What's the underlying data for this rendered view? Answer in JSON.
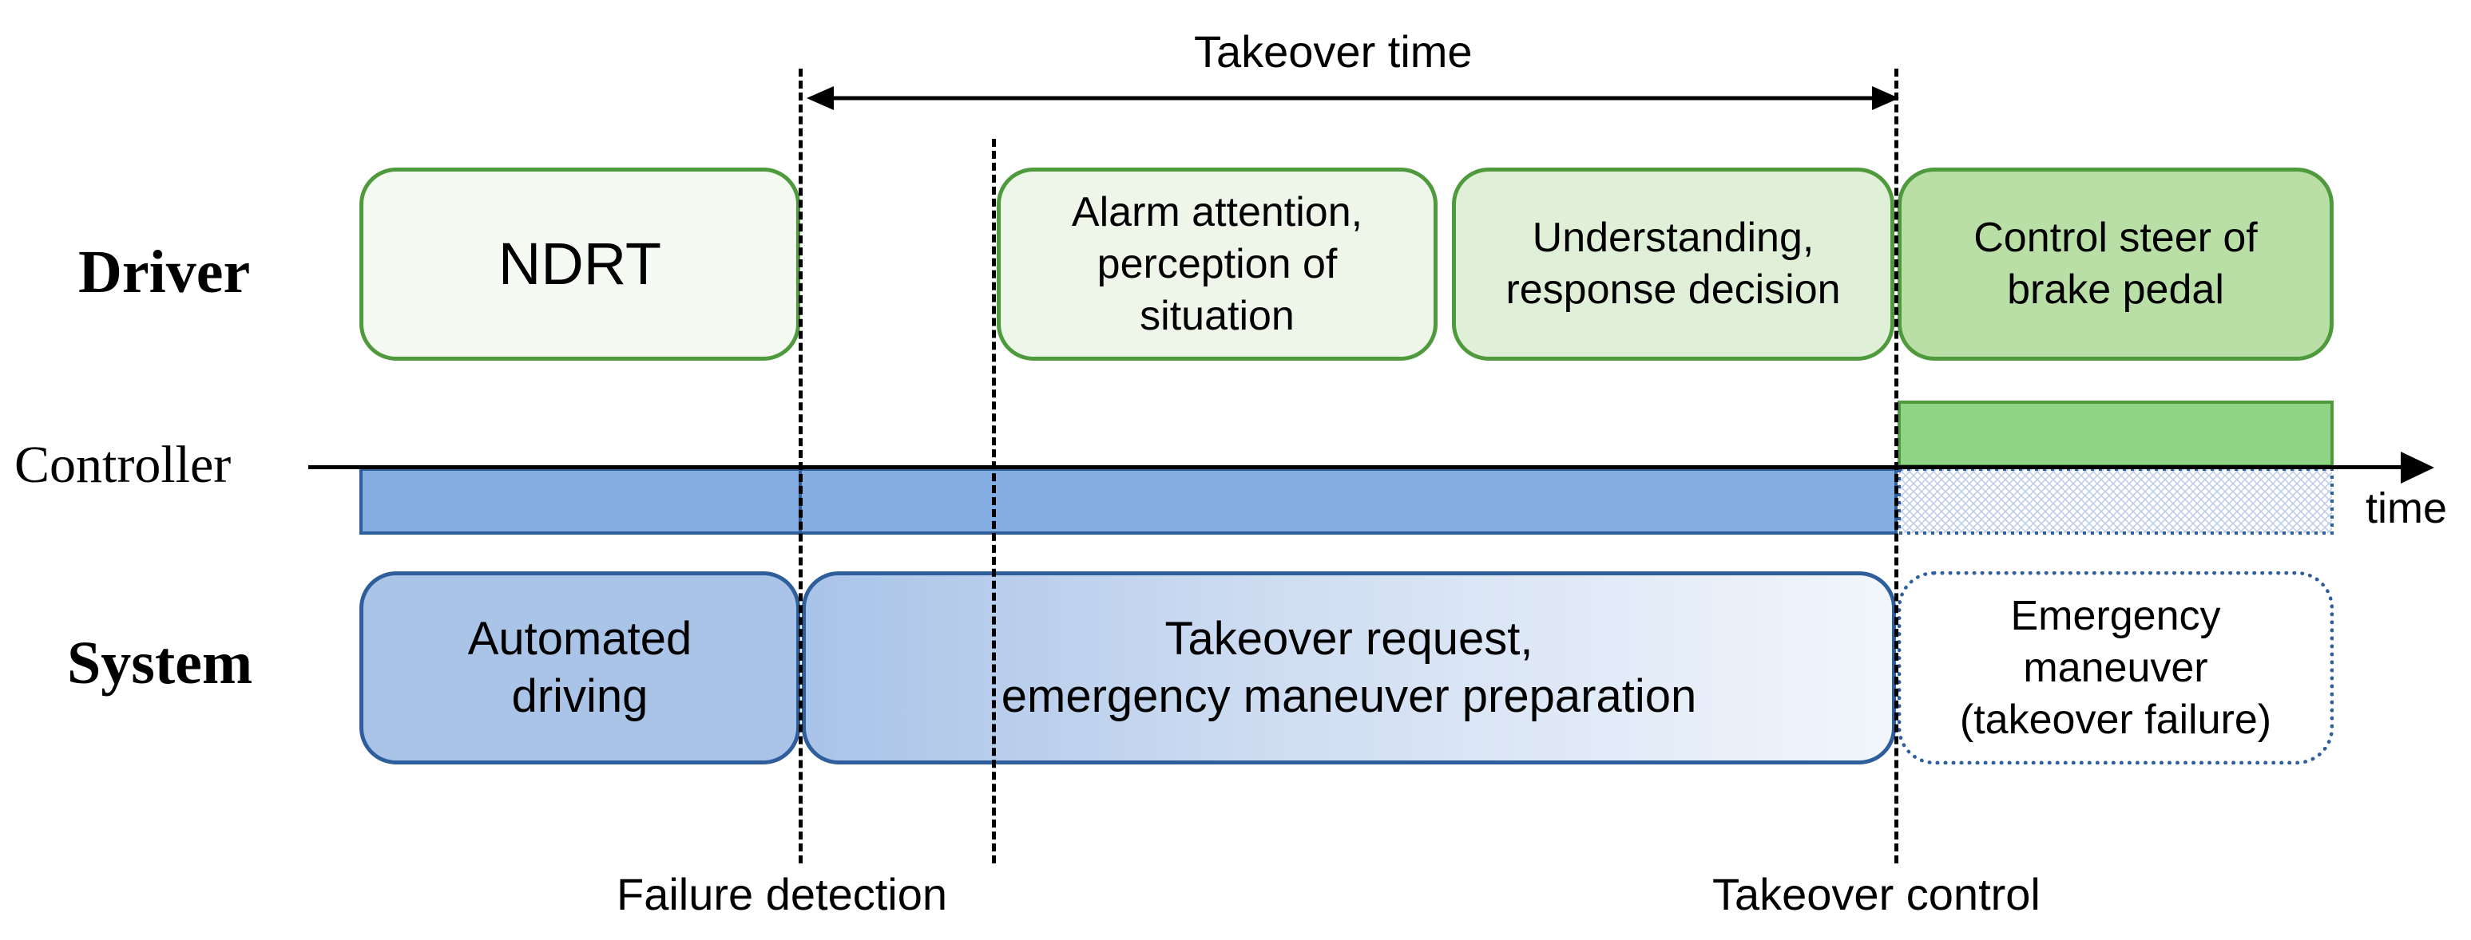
{
  "rows": {
    "driver": "Driver",
    "controller": "Controller",
    "system": "System"
  },
  "driver_boxes": {
    "ndrt": "NDRT",
    "alarm": "Alarm attention,\nperception of\nsituation",
    "understanding": "Understanding,\nresponse decision",
    "control": "Control steer of\nbrake pedal"
  },
  "system_boxes": {
    "automated": "Automated\ndriving",
    "takeover_request": "Takeover request,\nemergency maneuver preparation",
    "emergency": "Emergency\nmaneuver\n(takeover failure)"
  },
  "annotations": {
    "takeover_time": "Takeover time",
    "failure_detection": "Failure detection",
    "takeover_control": "Takeover control",
    "time_axis": "time"
  },
  "colors": {
    "driver_light": "#f4f9f1",
    "driver_mid": "#e2f0da",
    "driver_strong": "#b8dea4",
    "controller_green": "#8fd485",
    "controller_blue": "#84ade2",
    "system_blue": "#aac4e8",
    "outline_green": "#4e9a3d",
    "outline_blue": "#2e5f9c"
  }
}
